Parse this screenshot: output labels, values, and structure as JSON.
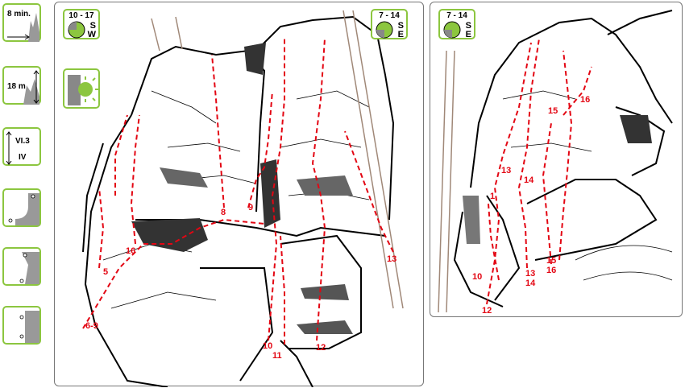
{
  "legend": {
    "approach": "8 min.",
    "height": "18 m",
    "grade_max": "VI.3",
    "grade_min": "IV"
  },
  "panel_left": {
    "badge1": {
      "range": "10 - 17",
      "dir_top": "S",
      "dir_bottom": "W"
    },
    "badge2": {
      "range": "7 - 14",
      "dir_top": "S",
      "dir_bottom": "E"
    },
    "route_labels": [
      "6-9",
      "5",
      "16",
      "8",
      "9",
      "10",
      "11",
      "12",
      "13"
    ]
  },
  "panel_right": {
    "badge": {
      "range": "7 - 14",
      "dir_top": "S",
      "dir_bottom": "E"
    },
    "route_labels": [
      "16",
      "15",
      "13",
      "14",
      "1",
      "10",
      "12",
      "13",
      "14",
      "15",
      "16"
    ]
  },
  "colors": {
    "accent": "#8cc63f",
    "route": "#e30613",
    "rock": "#000000"
  }
}
